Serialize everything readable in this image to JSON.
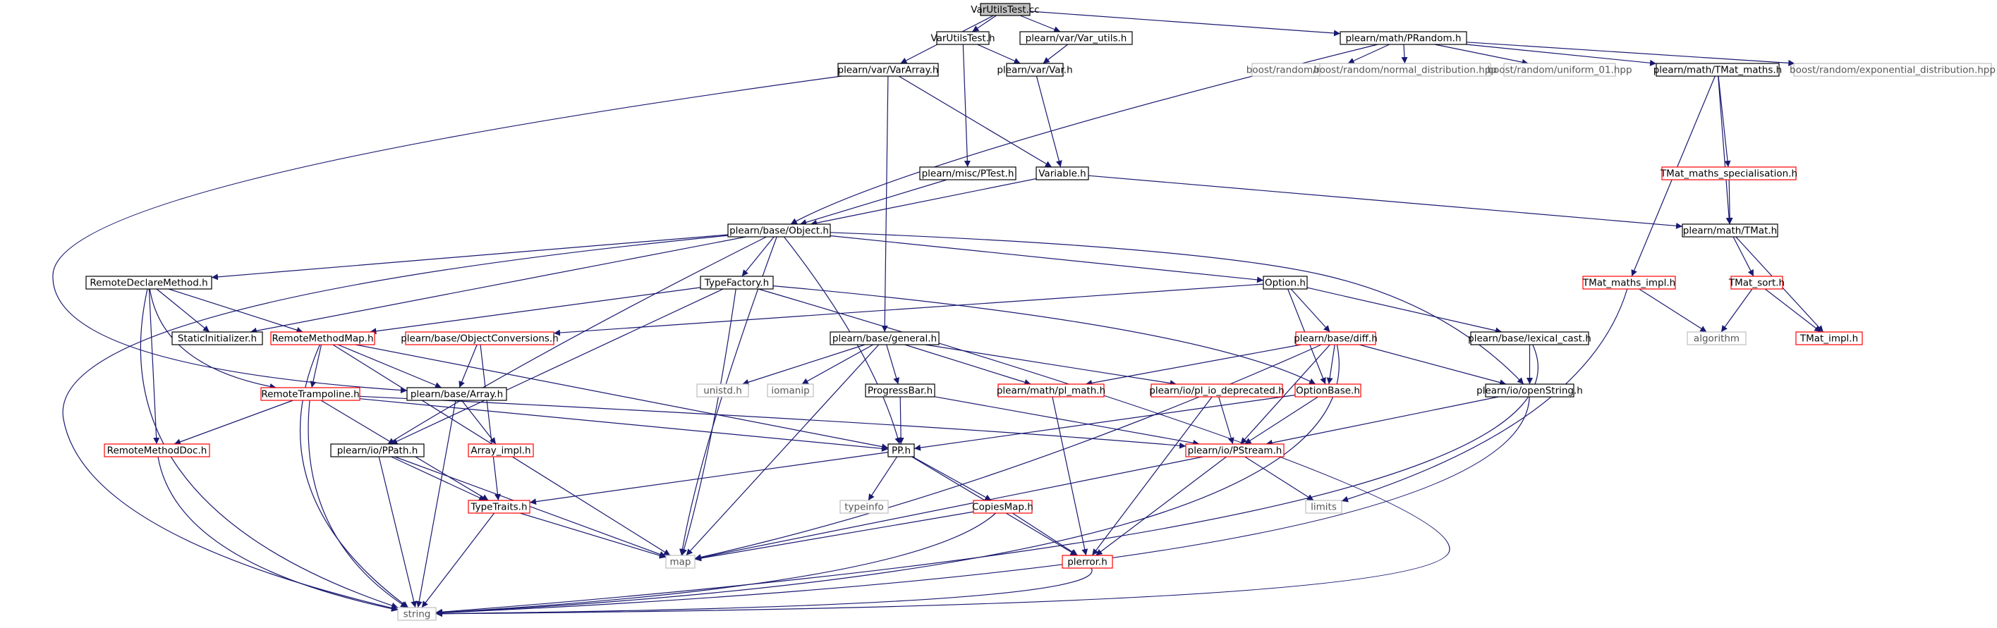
{
  "graph": {
    "nodes": {
      "n_root": {
        "label": "VarUtilsTest.cc",
        "kind": "root"
      },
      "n_vut": {
        "label": "VarUtilsTest.h",
        "kind": "normal"
      },
      "n_varutils": {
        "label": "plearn/var/Var_utils.h",
        "kind": "normal"
      },
      "n_prandom": {
        "label": "plearn/math/PRandom.h",
        "kind": "normal"
      },
      "n_vararray": {
        "label": "plearn/var/VarArray.h",
        "kind": "normal"
      },
      "n_var": {
        "label": "plearn/var/Var.h",
        "kind": "normal"
      },
      "n_mersenne": {
        "label": "boost/random/mersenne_twister.hpp",
        "kind": "external"
      },
      "n_normal": {
        "label": "boost/random/normal_distribution.hpp",
        "kind": "external"
      },
      "n_uniform": {
        "label": "boost/random/uniform_01.hpp",
        "kind": "external"
      },
      "n_tmatmaths": {
        "label": "plearn/math/TMat_maths.h",
        "kind": "normal"
      },
      "n_expdist": {
        "label": "boost/random/exponential_distribution.hpp",
        "kind": "external"
      },
      "n_ptest": {
        "label": "plearn/misc/PTest.h",
        "kind": "normal"
      },
      "n_variable": {
        "label": "Variable.h",
        "kind": "normal"
      },
      "n_tmatspec": {
        "label": "TMat_maths_specialisation.h",
        "kind": "incomplete"
      },
      "n_object": {
        "label": "plearn/base/Object.h",
        "kind": "normal"
      },
      "n_tmat": {
        "label": "plearn/math/TMat.h",
        "kind": "normal"
      },
      "n_rdm": {
        "label": "RemoteDeclareMethod.h",
        "kind": "normal"
      },
      "n_typefactory": {
        "label": "TypeFactory.h",
        "kind": "normal"
      },
      "n_option": {
        "label": "Option.h",
        "kind": "normal"
      },
      "n_tmatimpl": {
        "label": "TMat_maths_impl.h",
        "kind": "incomplete"
      },
      "n_tmatsort": {
        "label": "TMat_sort.h",
        "kind": "incomplete"
      },
      "n_static": {
        "label": "StaticInitializer.h",
        "kind": "normal"
      },
      "n_rmm": {
        "label": "RemoteMethodMap.h",
        "kind": "incomplete"
      },
      "n_objconv": {
        "label": "plearn/base/ObjectConversions.h",
        "kind": "incomplete"
      },
      "n_general": {
        "label": "plearn/base/general.h",
        "kind": "normal"
      },
      "n_diff": {
        "label": "plearn/base/diff.h",
        "kind": "incomplete"
      },
      "n_lexical": {
        "label": "plearn/base/lexical_cast.h",
        "kind": "normal"
      },
      "n_algorithm": {
        "label": "algorithm",
        "kind": "external"
      },
      "n_tmatimpl2": {
        "label": "TMat_impl.h",
        "kind": "incomplete"
      },
      "n_unistd": {
        "label": "unistd.h",
        "kind": "external"
      },
      "n_iomanip": {
        "label": "iomanip",
        "kind": "external"
      },
      "n_progress": {
        "label": "ProgressBar.h",
        "kind": "normal"
      },
      "n_plmath": {
        "label": "plearn/math/pl_math.h",
        "kind": "incomplete"
      },
      "n_plio": {
        "label": "plearn/io/pl_io_deprecated.h",
        "kind": "incomplete"
      },
      "n_optionbase": {
        "label": "OptionBase.h",
        "kind": "incomplete"
      },
      "n_openstring": {
        "label": "plearn/io/openString.h",
        "kind": "normal"
      },
      "n_tramp": {
        "label": "RemoteTrampoline.h",
        "kind": "incomplete"
      },
      "n_array": {
        "label": "plearn/base/Array.h",
        "kind": "normal"
      },
      "n_rmd": {
        "label": "RemoteMethodDoc.h",
        "kind": "incomplete"
      },
      "n_arrayimpl": {
        "label": "Array_impl.h",
        "kind": "incomplete"
      },
      "n_ppath": {
        "label": "plearn/io/PPath.h",
        "kind": "normal"
      },
      "n_pp": {
        "label": "PP.h",
        "kind": "normal"
      },
      "n_pstream": {
        "label": "plearn/io/PStream.h",
        "kind": "incomplete"
      },
      "n_typeinfo": {
        "label": "typeinfo",
        "kind": "external"
      },
      "n_limits": {
        "label": "limits",
        "kind": "external"
      },
      "n_typetraits": {
        "label": "TypeTraits.h",
        "kind": "incomplete"
      },
      "n_copiesmap": {
        "label": "CopiesMap.h",
        "kind": "incomplete"
      },
      "n_map": {
        "label": "map",
        "kind": "external"
      },
      "n_plerror": {
        "label": "plerror.h",
        "kind": "incomplete"
      },
      "n_string": {
        "label": "string",
        "kind": "external"
      }
    },
    "edges": [
      [
        "n_root",
        "n_vararray"
      ],
      [
        "n_root",
        "n_vut"
      ],
      [
        "n_root",
        "n_varutils"
      ],
      [
        "n_root",
        "n_prandom"
      ],
      [
        "n_vut",
        "n_var"
      ],
      [
        "n_vut",
        "n_ptest"
      ],
      [
        "n_varutils",
        "n_var"
      ],
      [
        "n_prandom",
        "n_object"
      ],
      [
        "n_prandom",
        "n_mersenne"
      ],
      [
        "n_prandom",
        "n_normal"
      ],
      [
        "n_prandom",
        "n_uniform"
      ],
      [
        "n_prandom",
        "n_tmatmaths"
      ],
      [
        "n_prandom",
        "n_expdist"
      ],
      [
        "n_vararray",
        "n_variable"
      ],
      [
        "n_vararray",
        "n_array"
      ],
      [
        "n_vararray",
        "n_general"
      ],
      [
        "n_var",
        "n_variable"
      ],
      [
        "n_ptest",
        "n_object"
      ],
      [
        "n_variable",
        "n_object"
      ],
      [
        "n_variable",
        "n_tmat"
      ],
      [
        "n_tmatmaths",
        "n_tmatspec"
      ],
      [
        "n_tmatmaths",
        "n_tmat"
      ],
      [
        "n_tmatmaths",
        "n_tmatimpl"
      ],
      [
        "n_tmatspec",
        "n_tmat"
      ],
      [
        "n_tmat",
        "n_tmatsort"
      ],
      [
        "n_tmat",
        "n_tmatimpl2"
      ],
      [
        "n_tmatsort",
        "n_algorithm"
      ],
      [
        "n_tmatsort",
        "n_tmatimpl2"
      ],
      [
        "n_tmatimpl",
        "n_algorithm"
      ],
      [
        "n_tmatimpl",
        "n_limits"
      ],
      [
        "n_object",
        "n_rdm"
      ],
      [
        "n_object",
        "n_static"
      ],
      [
        "n_object",
        "n_typefactory"
      ],
      [
        "n_object",
        "n_option"
      ],
      [
        "n_object",
        "n_openstring"
      ],
      [
        "n_object",
        "n_ppath"
      ],
      [
        "n_object",
        "n_pp"
      ],
      [
        "n_object",
        "n_map"
      ],
      [
        "n_object",
        "n_string"
      ],
      [
        "n_rdm",
        "n_static"
      ],
      [
        "n_rdm",
        "n_rmm"
      ],
      [
        "n_rdm",
        "n_tramp"
      ],
      [
        "n_rdm",
        "n_rmd"
      ],
      [
        "n_rdm",
        "n_string"
      ],
      [
        "n_typefactory",
        "n_rmm"
      ],
      [
        "n_typefactory",
        "n_optionbase"
      ],
      [
        "n_typefactory",
        "n_ppath"
      ],
      [
        "n_typefactory",
        "n_map"
      ],
      [
        "n_typefactory",
        "n_string"
      ],
      [
        "n_option",
        "n_objconv"
      ],
      [
        "n_option",
        "n_diff"
      ],
      [
        "n_option",
        "n_lexical"
      ],
      [
        "n_option",
        "n_optionbase"
      ],
      [
        "n_rmm",
        "n_array"
      ],
      [
        "n_rmm",
        "n_tramp"
      ],
      [
        "n_rmm",
        "n_pp"
      ],
      [
        "n_rmm",
        "n_map"
      ],
      [
        "n_rmm",
        "n_string"
      ],
      [
        "n_objconv",
        "n_array"
      ],
      [
        "n_objconv",
        "n_typetraits"
      ],
      [
        "n_general",
        "n_unistd"
      ],
      [
        "n_general",
        "n_iomanip"
      ],
      [
        "n_general",
        "n_progress"
      ],
      [
        "n_general",
        "n_plmath"
      ],
      [
        "n_general",
        "n_plio"
      ],
      [
        "n_general",
        "n_map"
      ],
      [
        "n_diff",
        "n_plmath"
      ],
      [
        "n_diff",
        "n_optionbase"
      ],
      [
        "n_diff",
        "n_openstring"
      ],
      [
        "n_diff",
        "n_pstream"
      ],
      [
        "n_diff",
        "n_map"
      ],
      [
        "n_diff",
        "n_string"
      ],
      [
        "n_lexical",
        "n_openstring"
      ],
      [
        "n_lexical",
        "n_string"
      ],
      [
        "n_progress",
        "n_pp"
      ],
      [
        "n_progress",
        "n_pstream"
      ],
      [
        "n_plmath",
        "n_plerror"
      ],
      [
        "n_plio",
        "n_pstream"
      ],
      [
        "n_plio",
        "n_plerror"
      ],
      [
        "n_optionbase",
        "n_pp"
      ],
      [
        "n_optionbase",
        "n_pstream"
      ],
      [
        "n_openstring",
        "n_pstream"
      ],
      [
        "n_openstring",
        "n_string"
      ],
      [
        "n_tramp",
        "n_rmd"
      ],
      [
        "n_tramp",
        "n_typetraits"
      ],
      [
        "n_tramp",
        "n_pp"
      ],
      [
        "n_tramp",
        "n_pstream"
      ],
      [
        "n_tramp",
        "n_string"
      ],
      [
        "n_array",
        "n_arrayimpl"
      ],
      [
        "n_array",
        "n_string"
      ],
      [
        "n_rmd",
        "n_string"
      ],
      [
        "n_ppath",
        "n_typetraits"
      ],
      [
        "n_ppath",
        "n_map"
      ],
      [
        "n_ppath",
        "n_string"
      ],
      [
        "n_pp",
        "n_typetraits"
      ],
      [
        "n_pp",
        "n_typeinfo"
      ],
      [
        "n_pp",
        "n_copiesmap"
      ],
      [
        "n_pp",
        "n_plerror"
      ],
      [
        "n_pstream",
        "n_limits"
      ],
      [
        "n_pstream",
        "n_map"
      ],
      [
        "n_pstream",
        "n_plerror"
      ],
      [
        "n_typetraits",
        "n_map"
      ],
      [
        "n_typetraits",
        "n_string"
      ],
      [
        "n_copiesmap",
        "n_map"
      ],
      [
        "n_copiesmap",
        "n_plerror"
      ],
      [
        "n_copiesmap",
        "n_string"
      ],
      [
        "n_plerror",
        "n_string"
      ]
    ]
  },
  "colors": {
    "edge": "#191970",
    "node_border": "#000000",
    "incomplete_border": "#ff0000",
    "external_border": "#bfbfbf",
    "external_text": "#555555",
    "root_fill": "#bfbfbf",
    "node_fill": "#ffffff"
  }
}
